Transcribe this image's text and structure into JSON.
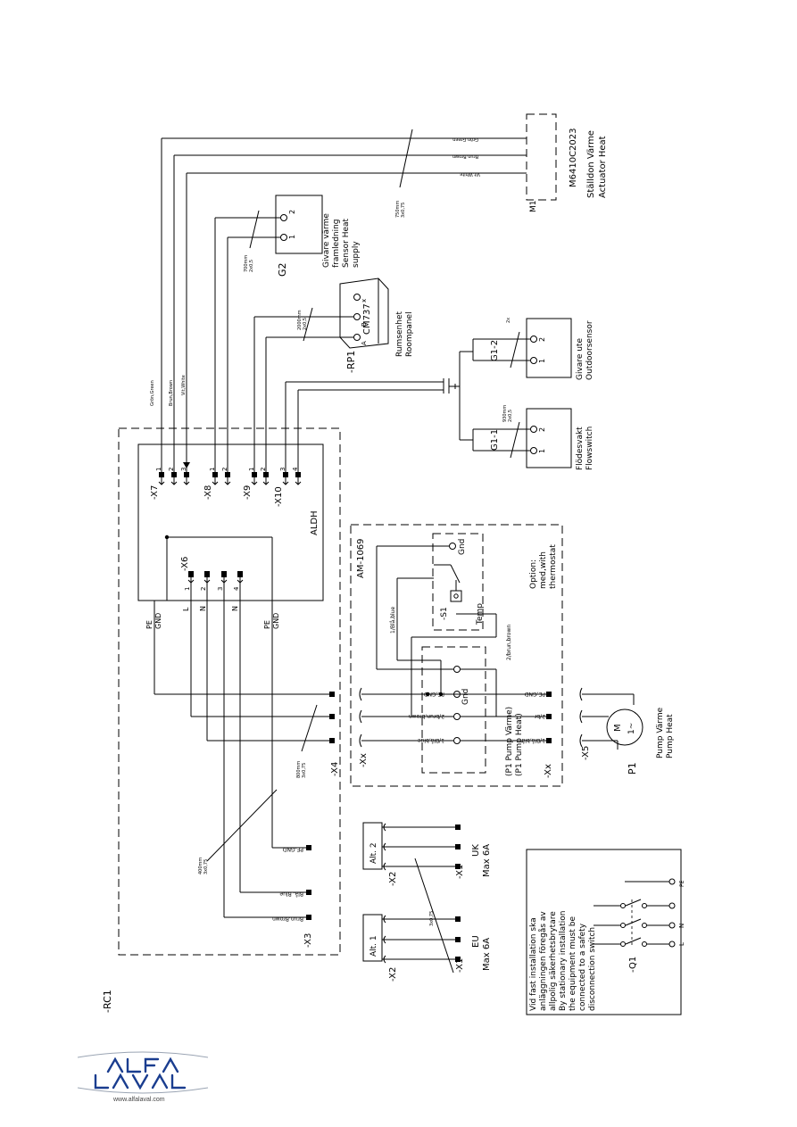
{
  "components": {
    "rc1": "-RC1",
    "aldh": "ALDH",
    "am": "AM-1069",
    "x1a": "-X1",
    "x1b": "-X1",
    "x2a": "-X2",
    "x2b": "-X2",
    "x3": "-X3",
    "x4": "-X4",
    "x5": "-X5",
    "x6": "-X6",
    "x7": "-X7",
    "x8": "-X8",
    "x9": "-X9",
    "x10": "-X10",
    "xx1": "-Xx",
    "xx2": "-Xx",
    "g2": "G2",
    "rp1": "-RP1",
    "m1": "M1",
    "p1": "P1",
    "g1_1": "G1-1",
    "g1_2": "G1-2",
    "s1": "-S1",
    "temp": "Temp",
    "q1": "-Q1",
    "gnd_am": "Gnd",
    "gnd_s1": "Gnd"
  },
  "devices": {
    "actuator_code": "M6410C2023",
    "actuator_sv": "Ställdon Värme",
    "actuator_en": "Actuator Heat",
    "g2_l1": "Givare värme",
    "g2_l2": "framledning",
    "g2_l3": "Sensor Heat",
    "g2_l4": "supply",
    "cm737": "CM737",
    "rp1_sv": "Rumsenhet",
    "rp1_en": "Roompanel",
    "g12_sv": "Givare ute",
    "g12_en": "Outdoorsensor",
    "g11_sv": "Flödesvakt",
    "g11_en": "Flowswitch",
    "pump_sv": "Pump Värme",
    "pump_en": "Pump Heat",
    "option_1": "Option:",
    "option_2": "med,with",
    "option_3": "thermostat",
    "p1_sv": "(P1  Pump Värme)",
    "p1_en": "(P1  Pump Heat)",
    "motor_m": "M",
    "motor_phase": "1~"
  },
  "cables": {
    "c750": "750mm",
    "c750s": "3x0,75",
    "c700": "700mm",
    "c700s": "2x0,5",
    "c2000": "2000mm",
    "c2000s": "2x0,5",
    "c930": "930mm",
    "c930s": "2x0,5",
    "c800": "800mm",
    "c800s": "3x0,75",
    "c400": "400mm",
    "c400s": "3x0,75",
    "c3x075": "3x0,75",
    "c2x": "2x"
  },
  "wires": {
    "gron_green": "Grön,Green",
    "brun_brown": "Brun,Brown",
    "vit_white": "Vit,White",
    "gron_green_v": "Grön,Green",
    "brun_brown_v": "Brun,Brown",
    "vit_white_v": "Vit,White",
    "pe_gnd_1": "PE,GND",
    "brun_2": "2/brun,brown",
    "bla_1": "1/Blå,blue",
    "bla_blue_am": "1/Blå,blue",
    "brun_brown_am": "2/brun,brown",
    "pe_gnd_r": "PE,GND",
    "br_2": "2/br",
    "bla_r": "1/Blå,blå",
    "pe_gnd_x3": "PE,GND",
    "bla_x3": "Blå, Blue",
    "brun_x3": "Brun,Brown"
  },
  "terminals": {
    "pe": "PE",
    "gnd": "GND",
    "l": "L",
    "n": "N",
    "pe2": "PE",
    "gnd2": "GND",
    "n2": "N",
    "t1": "1",
    "t2": "2",
    "t3": "3",
    "t4": "4",
    "x7_1": "1",
    "x7_2": "2",
    "x7_3": "3",
    "x8_1": "1",
    "x8_2": "2",
    "x9_1": "1",
    "x9_2": "2",
    "x10_3": "3",
    "x10_4": "4",
    "g2_1": "1",
    "g2_2": "2",
    "rp_a": "A",
    "rp_b": "B",
    "rp_x": "x",
    "g12_1": "1",
    "g12_2": "2",
    "g11_1": "1",
    "g11_2": "2",
    "q_l": "L",
    "q_n": "N",
    "q_pe": "PE"
  },
  "supply": {
    "alt1": "Alt. 1",
    "alt2": "Alt. 2",
    "eu": "EU",
    "eu_fuse": "Max 6A",
    "uk": "UK",
    "uk_fuse": "Max 6A"
  },
  "note": {
    "l1": "Vid fast installation ska",
    "l2": "anläggningen föregås av",
    "l3": "allpolig säkerhetsbrytare",
    "l4": "By stationary installation",
    "l5": "the equipment must be",
    "l6": "connected to a safety",
    "l7": "disconnection switch"
  },
  "logo": {
    "brand_top": "ALFA",
    "brand_bottom": "LAVAL",
    "url": "www.alfalaval.com",
    "color": "#1a3d8f"
  }
}
